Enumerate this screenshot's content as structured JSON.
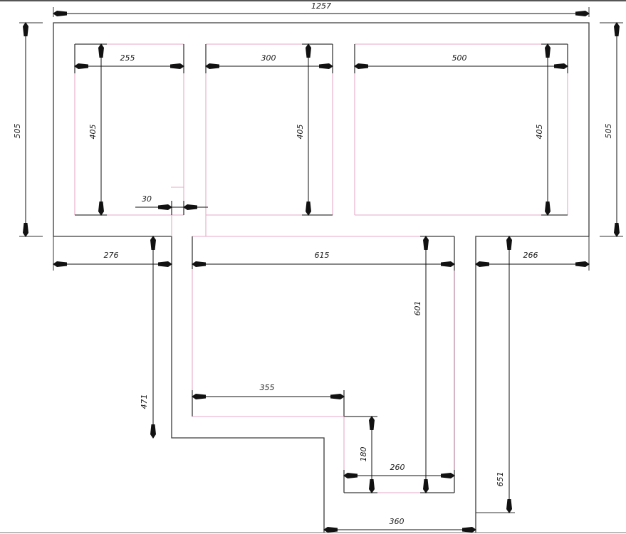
{
  "drawing": {
    "type": "floor-plan",
    "units": "mm",
    "colors": {
      "wall": "#3a3a3a",
      "inner_wall": "#e6a9c6",
      "dimension": "#111111",
      "background": "#ffffff"
    }
  },
  "dimensions": {
    "overall_width": "1257",
    "overall_height_left": "505",
    "overall_height_right": "505",
    "room1_width": "255",
    "room1_height": "405",
    "room2_width": "300",
    "room2_height": "405",
    "room3_width": "500",
    "room3_height": "405",
    "wall_gap": "30",
    "left_ledge": "276",
    "center_width": "615",
    "right_ledge": "266",
    "left_leg_height": "471",
    "center_height": "601",
    "notch_width": "355",
    "notch_height": "180",
    "bottom_inner_width": "260",
    "bottom_width": "360",
    "right_leg_height": "651"
  }
}
